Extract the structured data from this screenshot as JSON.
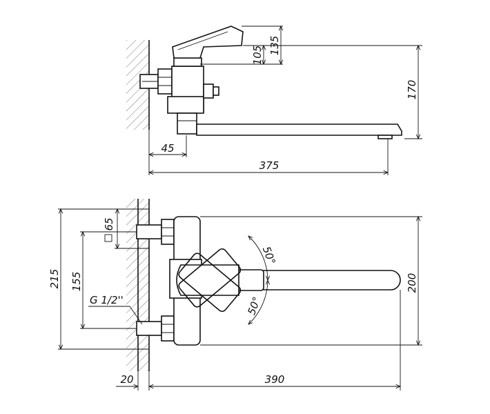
{
  "dimensions": {
    "side_view": {
      "lever_inner_height": "105",
      "lever_outer_height": "135",
      "total_height": "170",
      "wall_offset": "45",
      "spout_reach": "375"
    },
    "top_view": {
      "square_inlet": "65",
      "outer_width": "215",
      "inlet_spacing": "155",
      "thread": "G 1/2''",
      "body_length": "200",
      "wall_depth": "20",
      "spout_length": "390",
      "rotation_upper": "50°",
      "rotation_lower": "50°"
    }
  }
}
